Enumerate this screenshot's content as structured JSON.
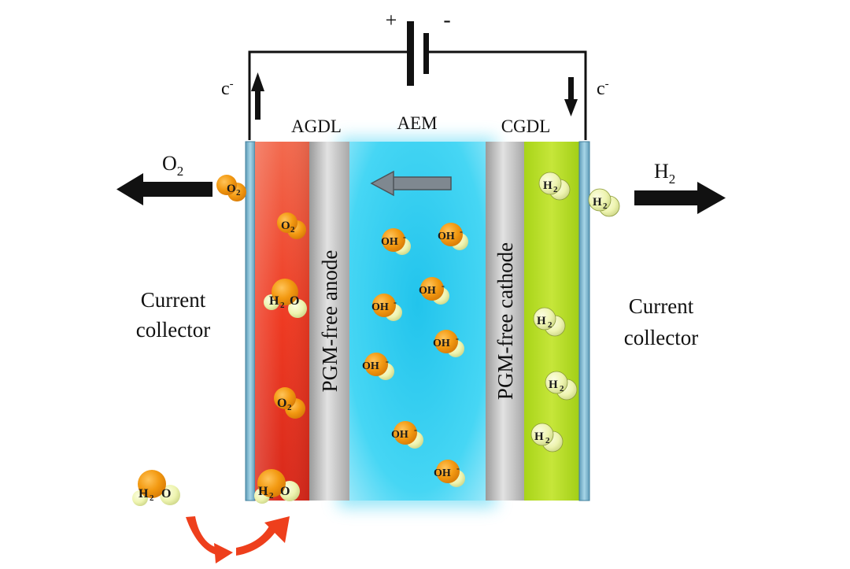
{
  "battery": {
    "plus": "+",
    "minus": "-"
  },
  "electrons": {
    "left": "c",
    "right": "c",
    "superscript": "-"
  },
  "layers": {
    "agdl": "AGDL",
    "aem": "AEM",
    "cgdl": "CGDL",
    "anode": "PGM-free anode",
    "cathode": "PGM-free cathode"
  },
  "collectors": {
    "left_line1": "Current",
    "left_line2": "collector",
    "right_line1": "Current",
    "right_line2": "collector"
  },
  "products": {
    "o2_main": "O",
    "o2_sub": "2",
    "h2_main": "H",
    "h2_sub": "2"
  },
  "molecules": {
    "o2": "O",
    "h2o_h": "H",
    "h2o_o": "O",
    "sub2": "2",
    "oh": "OH",
    "oh_charge": "-",
    "h2": "H"
  },
  "colors": {
    "anode_red": "#e8301c",
    "membrane_cyan": "#2fd0f0",
    "cathode_green": "#b6dc1e",
    "collector_blue": "#8cc6dc",
    "molecule_orange": "#f39a12",
    "molecule_pale": "#f0f4b8"
  }
}
